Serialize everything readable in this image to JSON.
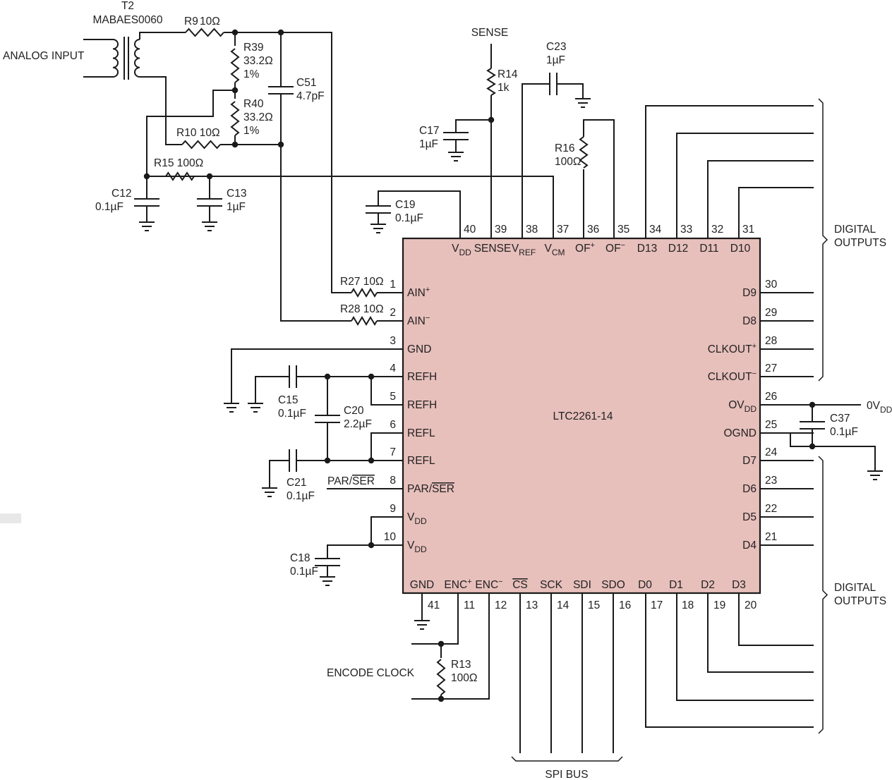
{
  "ic": {
    "part": "LTC2261-14"
  },
  "left_pins": [
    {
      "num": "1",
      "name": "AIN",
      "sup": "+"
    },
    {
      "num": "2",
      "name": "AIN",
      "sup": "−"
    },
    {
      "num": "3",
      "name": "GND"
    },
    {
      "num": "4",
      "name": "REFH"
    },
    {
      "num": "5",
      "name": "REFH"
    },
    {
      "num": "6",
      "name": "REFL"
    },
    {
      "num": "7",
      "name": "REFL"
    },
    {
      "num": "8",
      "name": "PAR/SER",
      "overline": "SER"
    },
    {
      "num": "9",
      "name": "V",
      "sub": "DD"
    },
    {
      "num": "10",
      "name": "V",
      "sub": "DD"
    }
  ],
  "top_pins": [
    {
      "num": "40",
      "name": "V",
      "sub": "DD"
    },
    {
      "num": "39",
      "name": "SENSE"
    },
    {
      "num": "38",
      "name": "V",
      "sub": "REF"
    },
    {
      "num": "37",
      "name": "V",
      "sub": "CM"
    },
    {
      "num": "36",
      "name": "OF",
      "sup": "+"
    },
    {
      "num": "35",
      "name": "OF",
      "sup": "−"
    },
    {
      "num": "34",
      "name": "D13"
    },
    {
      "num": "33",
      "name": "D12"
    },
    {
      "num": "32",
      "name": "D11"
    },
    {
      "num": "31",
      "name": "D10"
    }
  ],
  "right_pins": [
    {
      "num": "30",
      "name": "D9"
    },
    {
      "num": "29",
      "name": "D8"
    },
    {
      "num": "28",
      "name": "CLKOUT",
      "sup": "+"
    },
    {
      "num": "27",
      "name": "CLKOUT",
      "sup": "−"
    },
    {
      "num": "26",
      "name": "OV",
      "sub": "DD"
    },
    {
      "num": "25",
      "name": "OGND"
    },
    {
      "num": "24",
      "name": "D7"
    },
    {
      "num": "23",
      "name": "D6"
    },
    {
      "num": "22",
      "name": "D5"
    },
    {
      "num": "21",
      "name": "D4"
    }
  ],
  "bottom_pins": [
    {
      "num": "41",
      "name": "GND"
    },
    {
      "num": "11",
      "name": "ENC",
      "sup": "+"
    },
    {
      "num": "12",
      "name": "ENC",
      "sup": "−"
    },
    {
      "num": "13",
      "name": "CS",
      "overline": "CS"
    },
    {
      "num": "14",
      "name": "SCK"
    },
    {
      "num": "15",
      "name": "SDI"
    },
    {
      "num": "16",
      "name": "SDO"
    },
    {
      "num": "17",
      "name": "D0"
    },
    {
      "num": "18",
      "name": "D1"
    },
    {
      "num": "19",
      "name": "D2"
    },
    {
      "num": "20",
      "name": "D3"
    }
  ],
  "transformer": {
    "ref": "T2",
    "part": "MABAES0060"
  },
  "components": {
    "r9": {
      "ref": "R9",
      "value": "10Ω"
    },
    "r39": {
      "ref": "R39",
      "value": "33.2Ω",
      "tol": "1%"
    },
    "r40": {
      "ref": "R40",
      "value": "33.2Ω",
      "tol": "1%"
    },
    "c51": {
      "ref": "C51",
      "value": "4.7pF"
    },
    "r10": {
      "ref": "R10",
      "value": "10Ω"
    },
    "r15": {
      "ref": "R15",
      "value": "100Ω"
    },
    "c12": {
      "ref": "C12",
      "value": "0.1µF"
    },
    "c13": {
      "ref": "C13",
      "value": "1µF"
    },
    "r14": {
      "ref": "R14",
      "value": "1k"
    },
    "c17": {
      "ref": "C17",
      "value": "1µF"
    },
    "c23": {
      "ref": "C23",
      "value": "1µF"
    },
    "r16": {
      "ref": "R16",
      "value": "100Ω"
    },
    "c19": {
      "ref": "C19",
      "value": "0.1µF"
    },
    "r27": {
      "ref": "R27",
      "value": "10Ω"
    },
    "r28": {
      "ref": "R28",
      "value": "10Ω"
    },
    "c15": {
      "ref": "C15",
      "value": "0.1µF"
    },
    "c20": {
      "ref": "C20",
      "value": "2.2µF"
    },
    "c21": {
      "ref": "C21",
      "value": "0.1µF"
    },
    "c18": {
      "ref": "C18",
      "value": "0.1µF"
    },
    "c37": {
      "ref": "C37",
      "value": "0.1µF"
    },
    "r13": {
      "ref": "R13",
      "value": "100Ω"
    }
  },
  "labels": {
    "analog_input": "ANALOG INPUT",
    "sense": "SENSE",
    "par_ser": "PAR/SER",
    "par_ser_overline": "SER",
    "encode_clock": "ENCODE CLOCK",
    "spi_bus": "SPI BUS",
    "digital_outputs": [
      "DIGITAL",
      "OUTPUTS"
    ],
    "ovdd": {
      "main": "0V",
      "sub": "DD"
    }
  }
}
